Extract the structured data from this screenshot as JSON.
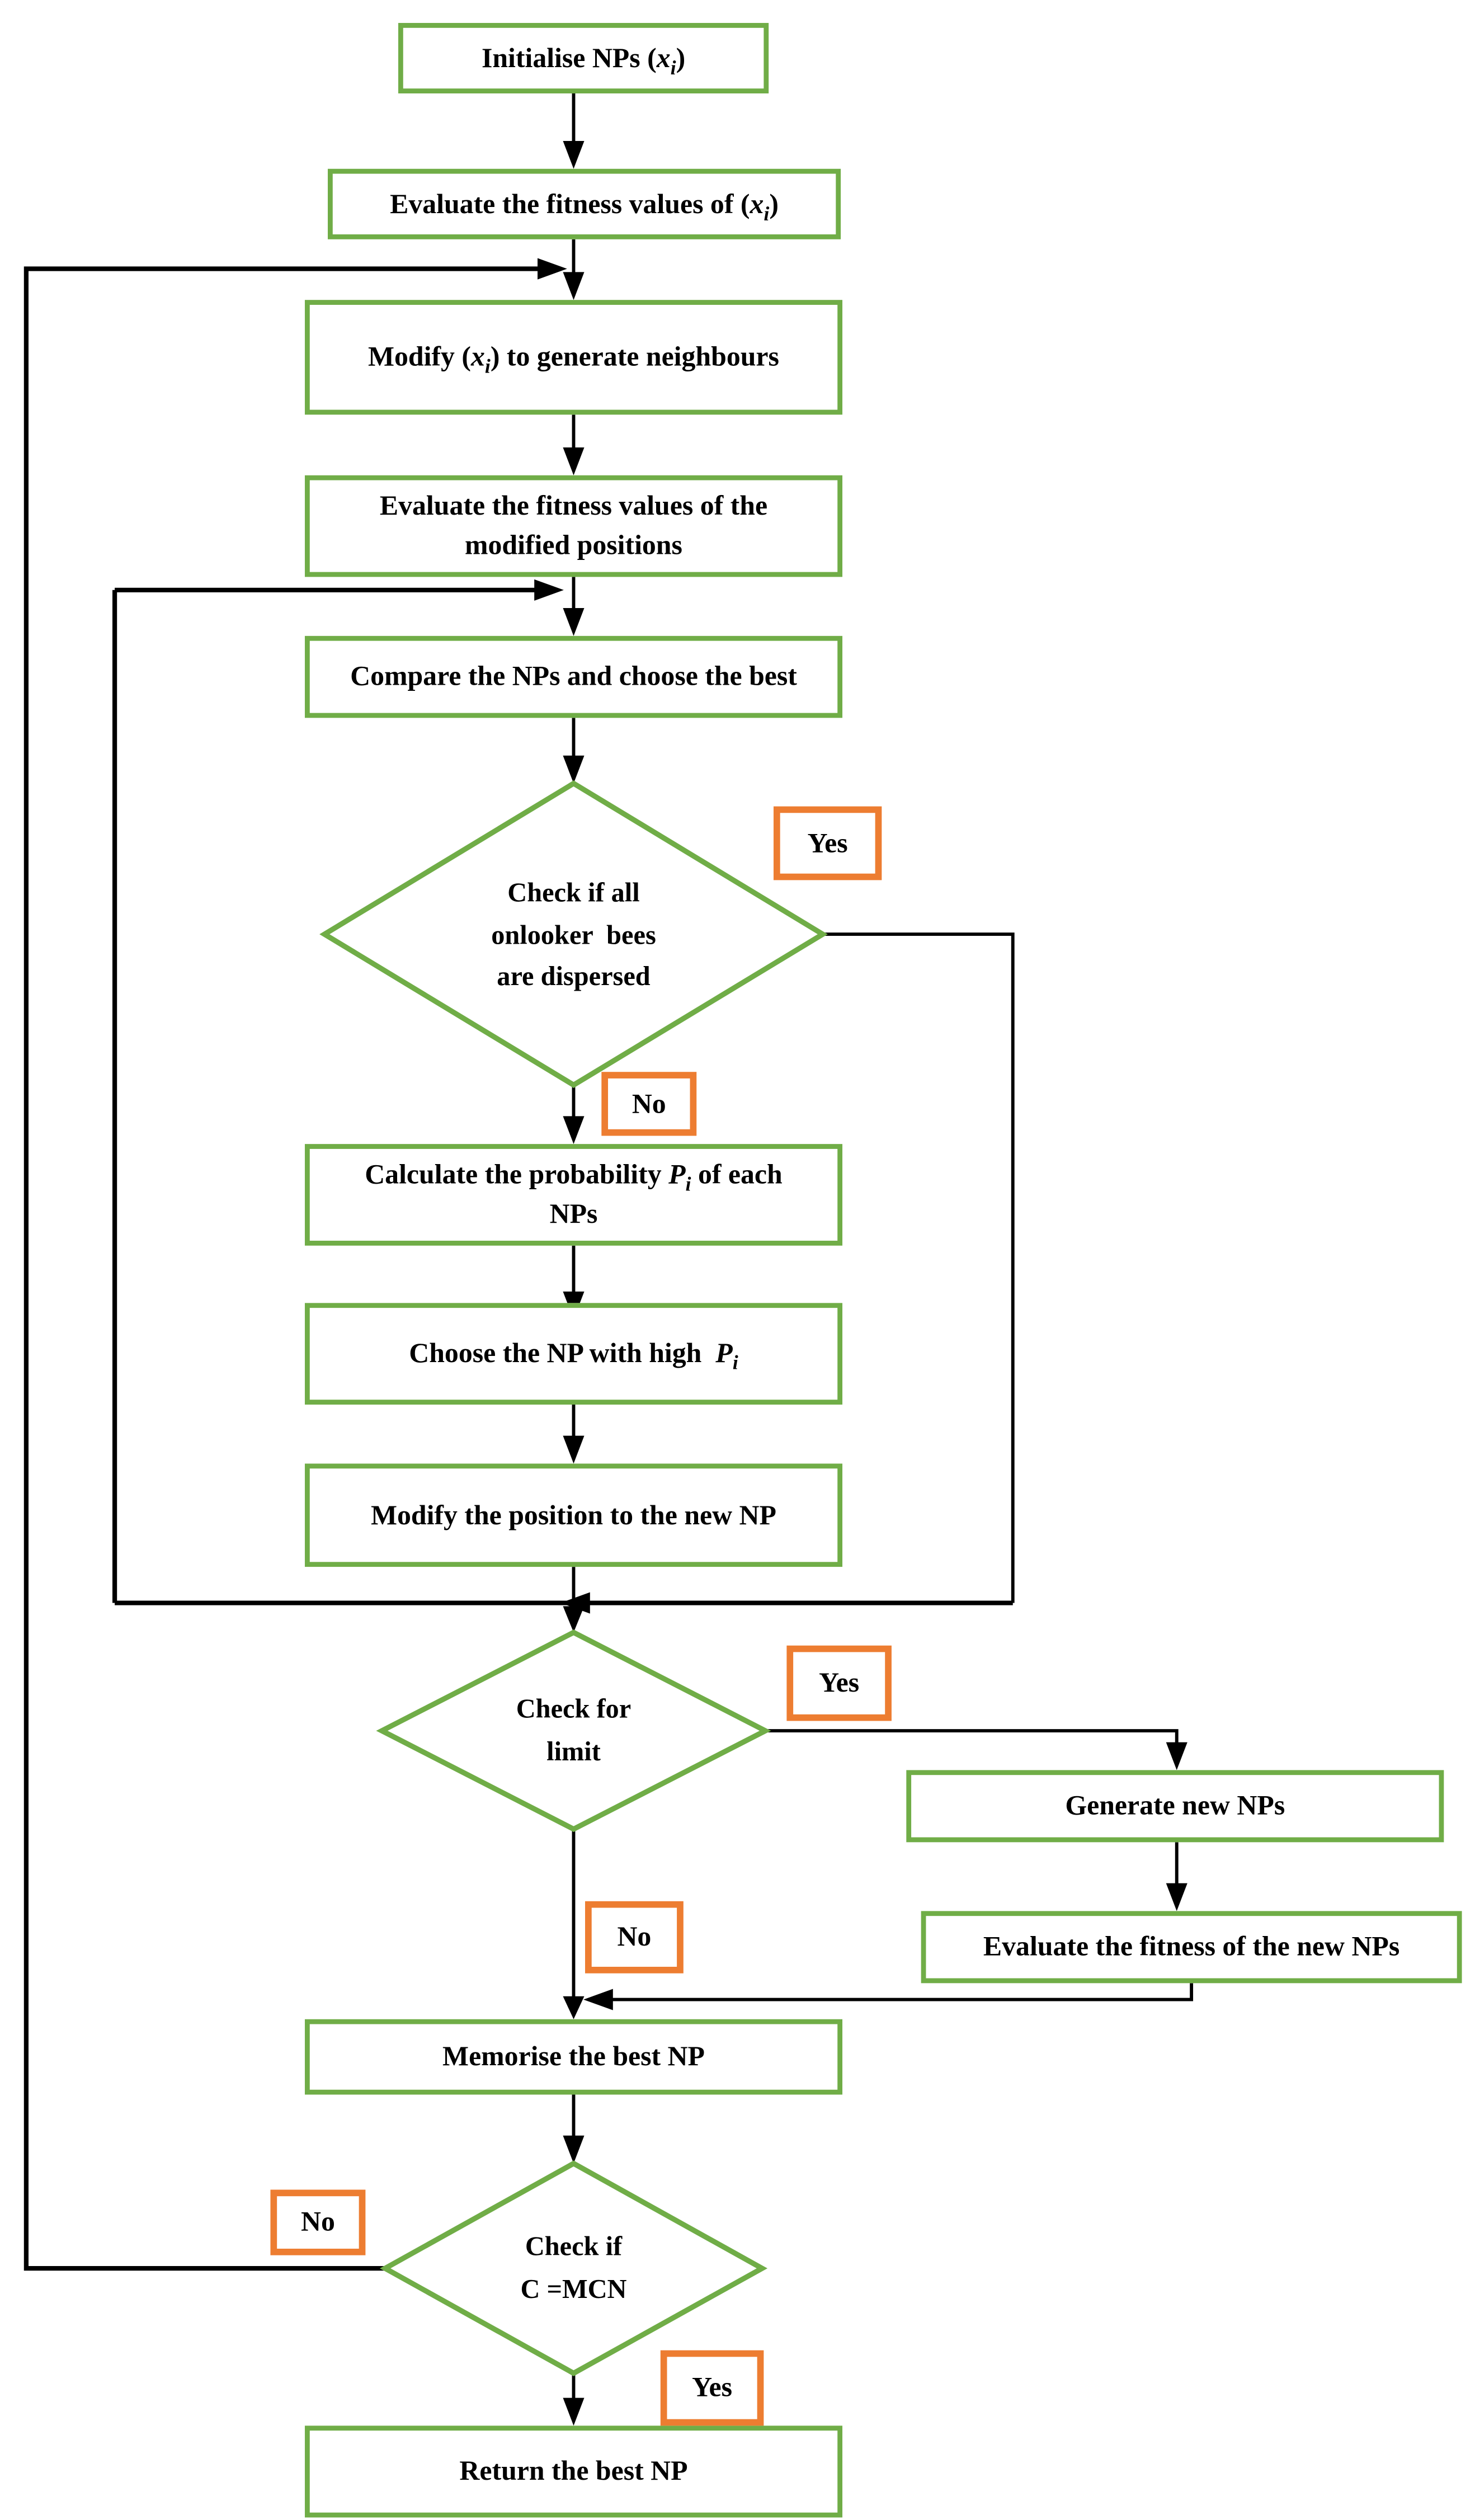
{
  "colors": {
    "box_border_green": "#70AD47",
    "label_border_orange": "#ED7D31",
    "connector_black": "#000000"
  },
  "process_boxes": {
    "initialise": {
      "pre": "Initialise NPs (",
      "math": "x",
      "sub": "i",
      "post": ")"
    },
    "evaluate_fitness_xi": {
      "pre": "Evaluate the fitness values of (",
      "math": "x",
      "sub": "i",
      "post": ")"
    },
    "modify_xi": {
      "pre": "Modify (",
      "math": "x",
      "sub": "i",
      "post": ") to generate neighbours"
    },
    "evaluate_modified": {
      "line1": "Evaluate the fitness values of the",
      "line2": "modified positions"
    },
    "compare_nps": {
      "text": "Compare the NPs and choose the best"
    },
    "calculate_probability": {
      "pre": "Calculate the probability ",
      "math": "P",
      "sub": "i",
      "post": " of each",
      "line2": "NPs"
    },
    "choose_np": {
      "pre": "Choose the NP with high  ",
      "math": "P",
      "sub": "i",
      "post": ""
    },
    "modify_position": {
      "text": "Modify the position to the new NP"
    },
    "generate_new_nps": {
      "text": "Generate new NPs"
    },
    "evaluate_new_nps": {
      "text": "Evaluate the fitness of the new NPs"
    },
    "memorise_best": {
      "text": "Memorise the best NP"
    },
    "return_best": {
      "text": "Return the best NP"
    }
  },
  "decisions": {
    "onlooker_dispersed": {
      "line1": "Check if all",
      "line2": "onlooker  bees",
      "line3": "are dispersed"
    },
    "check_limit": {
      "line1": "Check for",
      "line2": "limit"
    },
    "check_mcn": {
      "line1": "Check if",
      "line2": "C =MCN"
    }
  },
  "branch_labels": {
    "yes": "Yes",
    "no": "No"
  }
}
